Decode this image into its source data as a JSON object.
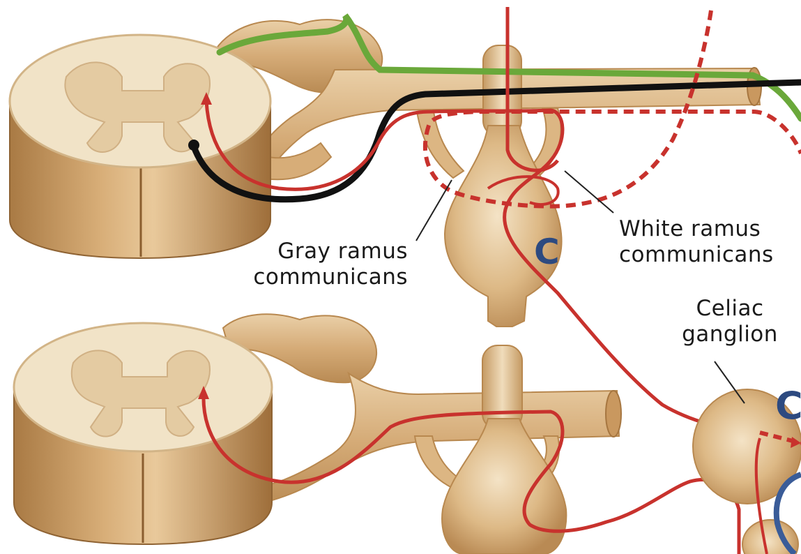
{
  "labels": {
    "gray_ramus_line1": "Gray ramus",
    "gray_ramus_line2": "communicans",
    "white_ramus_line1": "White ramus",
    "white_ramus_line2": "communicans",
    "celiac_line1": "Celiac",
    "celiac_line2": "ganglion",
    "c_mark_upper": "C",
    "c_mark_right": "C"
  },
  "colors": {
    "background": "#ffffff",
    "tissue": "#d9b486",
    "tissue_dark": "#b5874f",
    "gray_matter": "#e6cfa9",
    "white_matter": "#f3e9d2",
    "sympathetic_fiber": "#c8322d",
    "somatic_fiber": "#6aa83a",
    "sensory_fiber": "#111111",
    "parasympathetic_fiber": "#3a5c98",
    "label_text": "#1a1a1a"
  }
}
